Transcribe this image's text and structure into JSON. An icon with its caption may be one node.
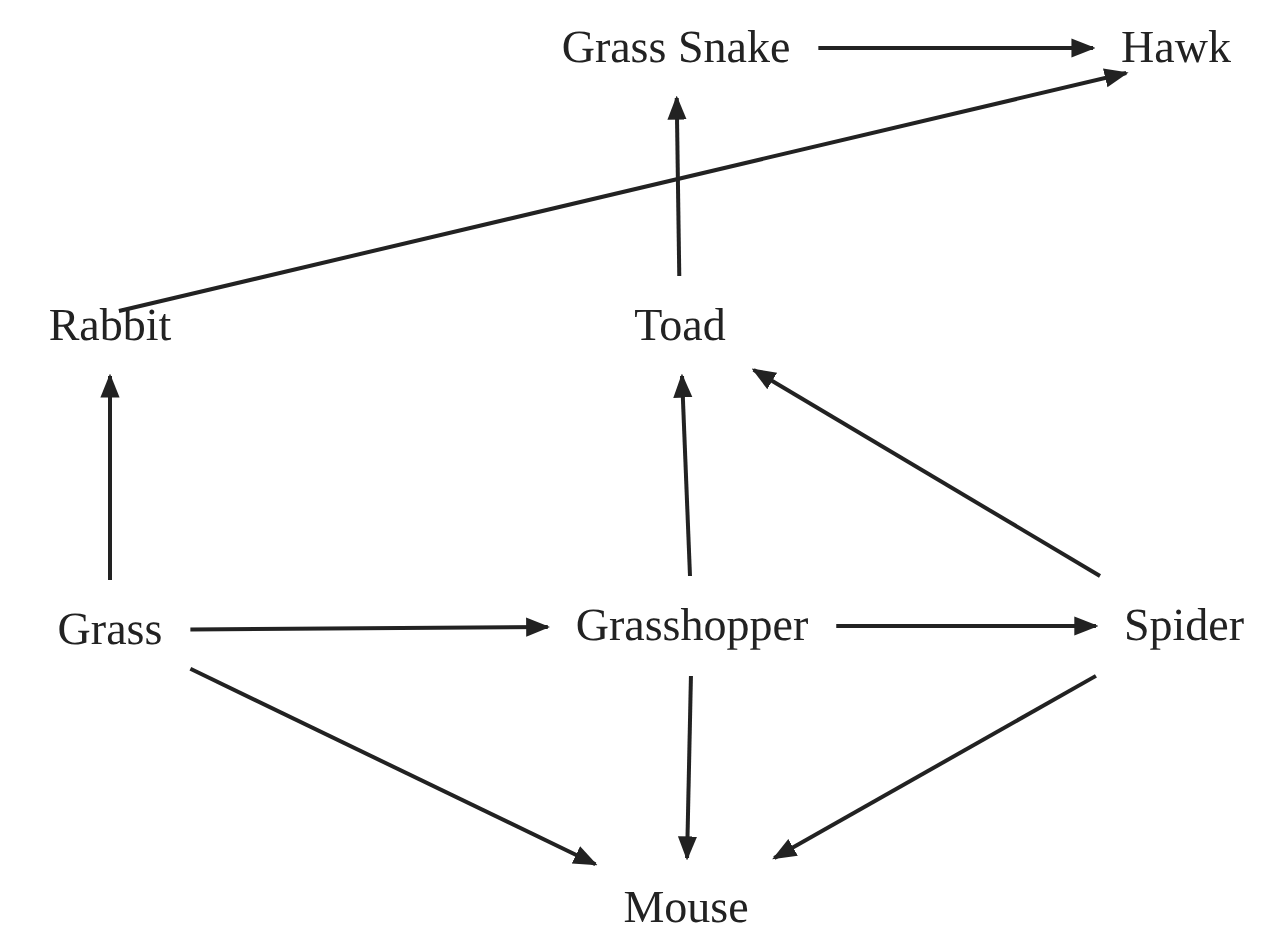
{
  "diagram": {
    "nodes": [
      {
        "text": [
          "Grass Snake"
        ]
      },
      {
        "text": [
          "Hawk"
        ]
      },
      {
        "text": [
          "Rabbit"
        ]
      },
      {
        "text": [
          "Toad"
        ]
      },
      {
        "text": [
          "Grass"
        ]
      },
      {
        "text": [
          "Grasshopper"
        ]
      },
      {
        "text": [
          "Spider"
        ]
      },
      {
        "text": [
          "Mouse"
        ]
      }
    ],
    "edges": [
      {
        "from": 0,
        "to": 1,
        "arrow": "to"
      },
      {
        "from": 2,
        "to": 1,
        "arrow": "to"
      },
      {
        "from": 3,
        "to": 0,
        "arrow": "to"
      },
      {
        "from": 4,
        "to": 2,
        "arrow": "to"
      },
      {
        "from": 5,
        "to": 3,
        "arrow": "to"
      },
      {
        "from": 6,
        "to": 3,
        "arrow": "to"
      },
      {
        "from": 4,
        "to": 5,
        "arrow": "to"
      },
      {
        "from": 5,
        "to": 6,
        "arrow": "to"
      },
      {
        "from": 4,
        "to": 7,
        "arrow": "to"
      },
      {
        "from": 5,
        "to": 7,
        "arrow": "to"
      },
      {
        "from": 6,
        "to": 7,
        "arrow": "to"
      }
    ]
  }
}
